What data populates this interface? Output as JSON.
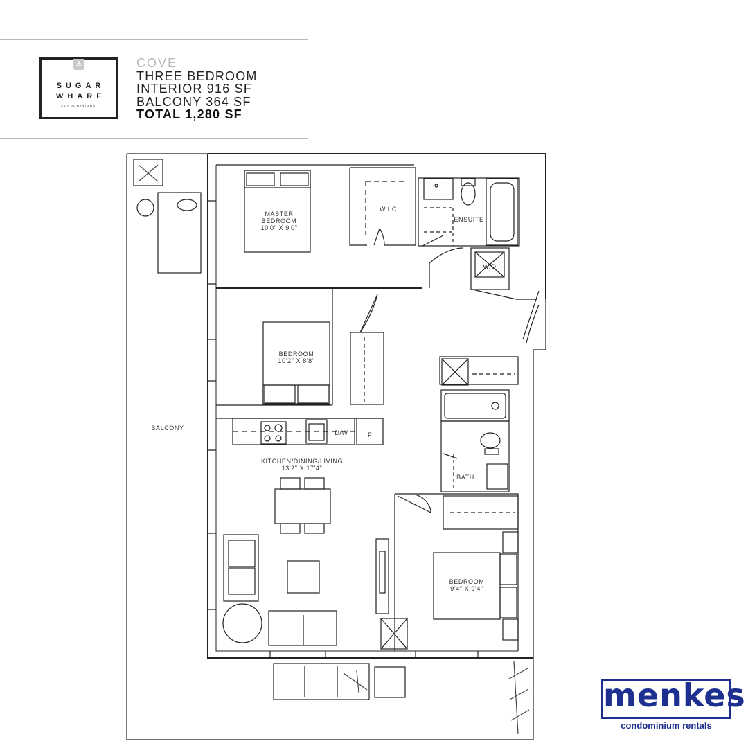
{
  "brand": {
    "line1": "SUGAR",
    "line2": "WHARF",
    "subline": "CONDOMINIUMS",
    "anchor_icon": "anchor-icon"
  },
  "unit": {
    "name": "COVE",
    "type": "THREE BEDROOM",
    "interior": "INTERIOR 916 SF",
    "balcony": "BALCONY 364 SF",
    "total": "TOTAL 1,280 SF"
  },
  "rooms": {
    "master": {
      "name1": "MASTER",
      "name2": "BEDROOM",
      "dims": "10'0\" X 9'0\""
    },
    "wic": {
      "name": "W.I.C."
    },
    "ensuite": {
      "name": "ENSUITE"
    },
    "wd": {
      "name": "W/D"
    },
    "bedroom2": {
      "name": "BEDROOM",
      "dims": "10'2\" X 8'8\""
    },
    "balcony": {
      "name": "BALCONY"
    },
    "dw": {
      "name": "D/W"
    },
    "fridge": {
      "name": "F"
    },
    "kitchen": {
      "name": "KITCHEN/DINING/LIVING",
      "dims": "13'2\" X 17'4\""
    },
    "bath": {
      "name": "BATH"
    },
    "bedroom3": {
      "name": "BEDROOM",
      "dims": "9'4\" X 9'4\""
    }
  },
  "footer_brand": {
    "wordmark": "menkes",
    "tagline": "condominium rentals"
  },
  "colors": {
    "brand_blue": "#1d2f8f",
    "ink": "#222222",
    "muted": "#b8b8b8"
  }
}
